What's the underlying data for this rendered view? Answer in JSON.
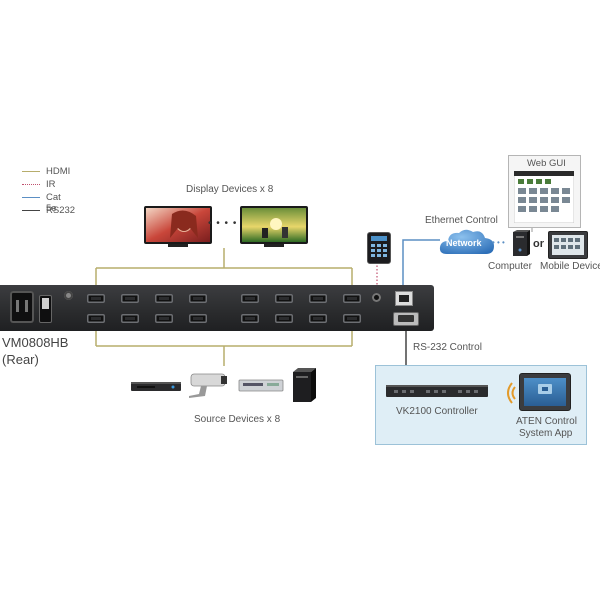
{
  "legend": [
    {
      "label": "HDMI",
      "color": "#b7ad6c",
      "style": "solid"
    },
    {
      "label": "IR",
      "color": "#c0506e",
      "style": "dotted"
    },
    {
      "label": "Cat 5e",
      "color": "#5b8fc4",
      "style": "solid"
    },
    {
      "label": "RS232",
      "color": "#444444",
      "style": "solid"
    }
  ],
  "labels": {
    "display_devices": "Display Devices x 8",
    "source_devices": "Source Devices x 8",
    "device_name": "VM0808HB",
    "device_side": "(Rear)",
    "ethernet_control": "Ethernet Control",
    "network": "Network",
    "web_gui": "Web GUI",
    "computer": "Computer",
    "or": "or",
    "mobile_device": "Mobile Device",
    "rs232_control": "RS-232 Control",
    "vk2100": "VK2100 Controller",
    "aten_app_line1": "ATEN Control",
    "aten_app_line2": "System App"
  },
  "tv_separator": "• • • • • • •",
  "network_dots": "• • •",
  "colors": {
    "hdmi": "#b7ad6c",
    "ir": "#c0506e",
    "cat5e": "#5b8fc4",
    "rs232": "#444444",
    "cloud": "#3d7ec6",
    "panel": "#2c2d2f",
    "vk_box_bg": "#dfeef6"
  }
}
